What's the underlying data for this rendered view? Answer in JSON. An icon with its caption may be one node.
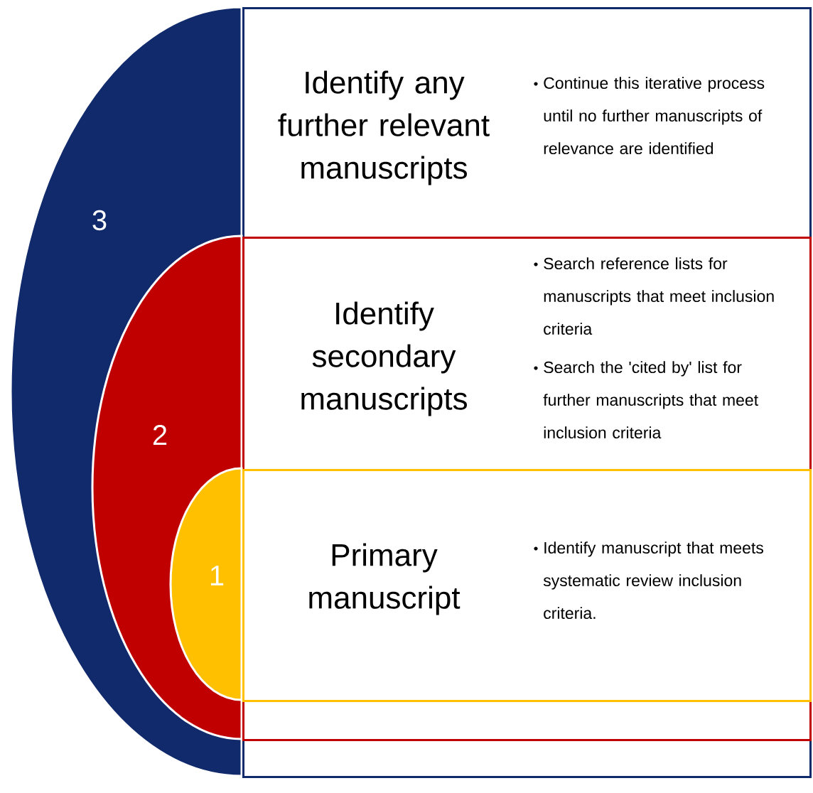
{
  "diagram": {
    "nodes": [
      {
        "text": [
          "3"
        ]
      },
      {
        "text": [
          "Identify any further relevant manuscripts",
          "Continue this iterative process until no further manuscripts of relevance are identified"
        ]
      },
      {
        "text": [
          "2"
        ],
        "in": 0
      },
      {
        "text": [
          "Identify secondary manuscripts",
          "Search reference lists for manuscripts that meet inclusion criteria",
          "Search the 'cited by' list for further manuscripts that meet inclusion criteria"
        ],
        "in": 1
      },
      {
        "text": [
          "1"
        ],
        "in": 2
      },
      {
        "text": [
          "Primary manuscript",
          "Identify manuscript that meets systematic review inclusion criteria."
        ],
        "in": 3
      }
    ]
  }
}
